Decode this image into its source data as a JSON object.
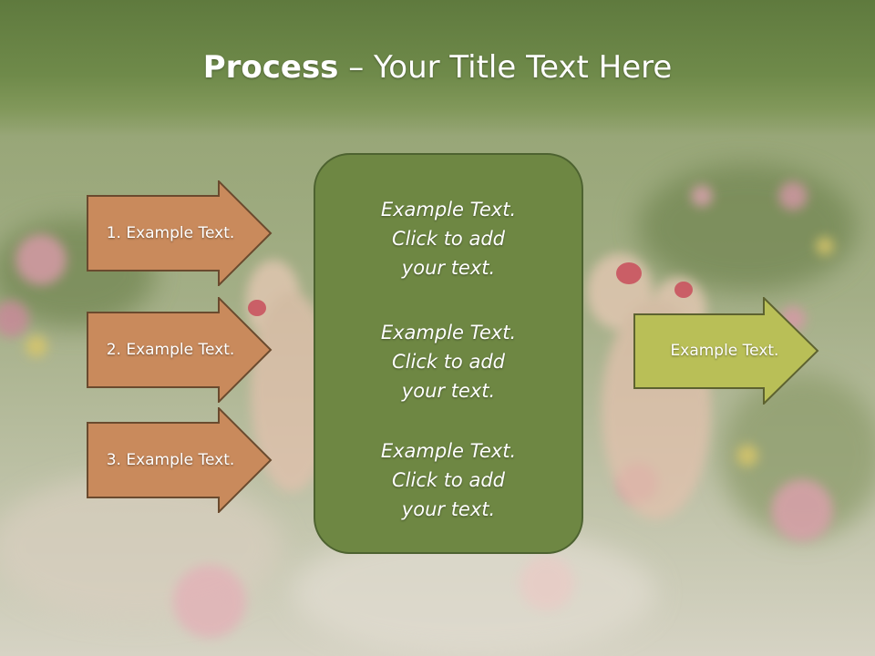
{
  "slide": {
    "title_bold": "Process",
    "title_rest": " – Your Title Text Here",
    "left_steps": [
      {
        "label": "1. Example Text."
      },
      {
        "label": "2. Example Text."
      },
      {
        "label": "3. Example Text."
      }
    ],
    "center_blocks": [
      {
        "line1": "Example Text.",
        "line2": "Click  to add",
        "line3": "your text."
      },
      {
        "line1": "Example Text.",
        "line2": "Click  to add",
        "line3": "your text."
      },
      {
        "line1": "Example Text.",
        "line2": "Click  to add",
        "line3": "your text."
      }
    ],
    "right_output": {
      "label": "Example Text."
    }
  },
  "colors": {
    "title_band": "#6f8a4a",
    "left_arrow_fill": "#c98a5c",
    "left_arrow_stroke": "#6a4a2e",
    "center_fill": "#6e8743",
    "center_stroke": "#4d6230",
    "right_arrow_fill": "#b9bf57",
    "right_arrow_stroke": "#5d6230"
  }
}
